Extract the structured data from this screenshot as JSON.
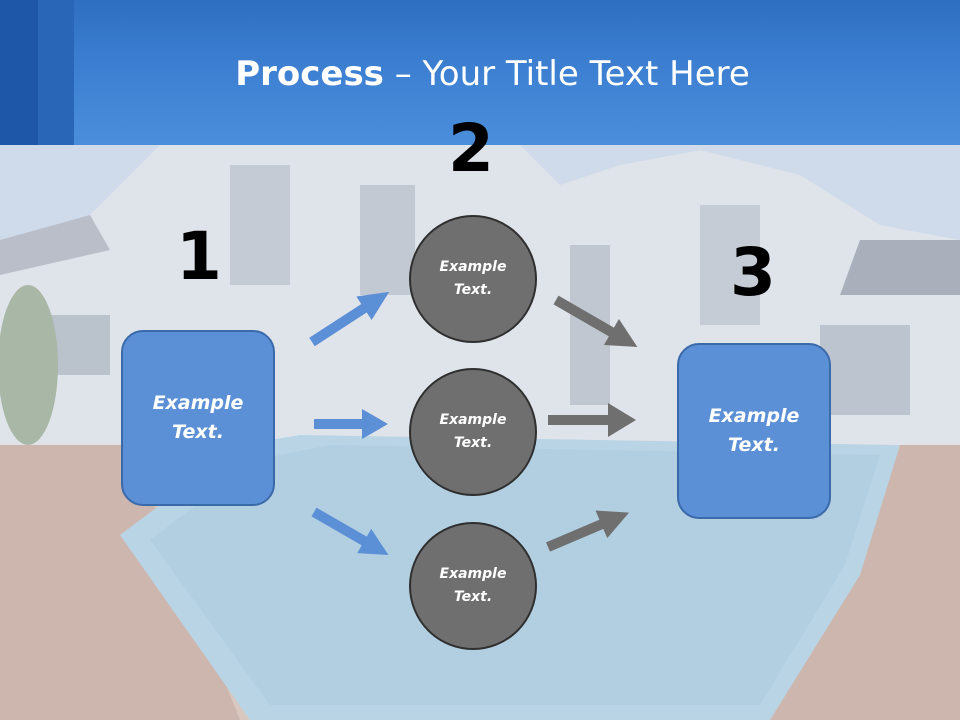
{
  "slide": {
    "title_bold": "Process",
    "title_rest": " – Your Title Text Here"
  },
  "steps": {
    "one": "1",
    "two": "2",
    "three": "3"
  },
  "boxes": {
    "left": {
      "line1": "Example",
      "line2": "Text."
    },
    "right": {
      "line1": "Example",
      "line2": "Text."
    }
  },
  "circles": [
    {
      "line1": "Example",
      "line2": "Text."
    },
    {
      "line1": "Example",
      "line2": "Text."
    },
    {
      "line1": "Example",
      "line2": "Text."
    }
  ],
  "colors": {
    "header": "#3f82d4",
    "box_fill": "#5b8fd6",
    "circle_fill": "#6f6f6f",
    "blue_arrow": "#5b8fd6",
    "gray_arrow": "#6f6f6f"
  }
}
